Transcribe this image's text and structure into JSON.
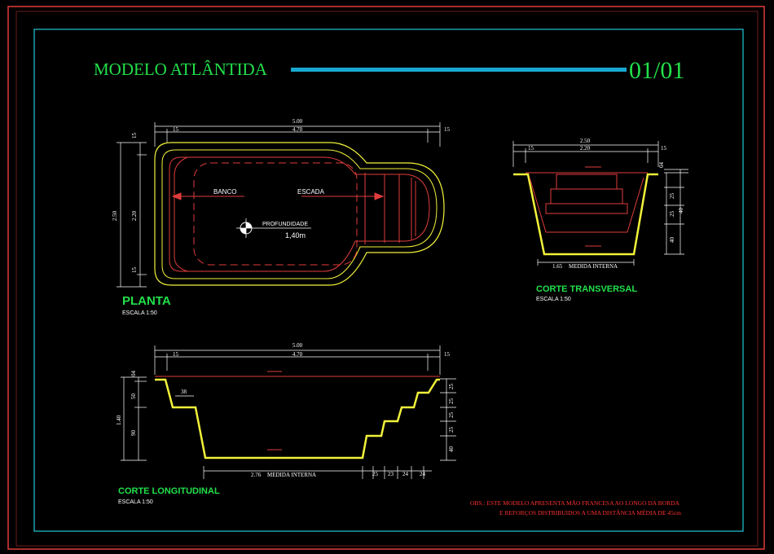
{
  "header": {
    "title": "MODELO ATLÂNTIDA",
    "sheet_number": "01/01"
  },
  "planta": {
    "dims_top_total": "5.00",
    "dims_top_left": "15",
    "dims_top_mid": "4.70",
    "dims_top_right": "15",
    "dims_left_total": "2.50",
    "dims_left_top": "15",
    "dims_left_mid": "2.20",
    "dims_left_bottom": "15",
    "label_banco": "BANCO",
    "label_escada": "ESCADA",
    "label_profundidade": "PROFUNDIDADE",
    "depth_value": "1,40m",
    "title": "PLANTA",
    "scale": "ESCALA 1:50"
  },
  "corte_transversal": {
    "dims_top_total": "2.50",
    "dims_top_left": "15",
    "dims_top_mid": "2.20",
    "dims_top_right": "15",
    "dim_right_04": "04",
    "dim_right_25a": "25",
    "dim_right_25b": "25",
    "dim_right_40a": "40",
    "dim_right_40b": "40",
    "internal_measure": "1.65",
    "internal_label": "MEDIDA INTERNA",
    "title": "CORTE TRANSVERSAL",
    "scale": "ESCALA 1:50"
  },
  "corte_longitudinal": {
    "dims_top_total": "5.00",
    "dims_top_left": "15",
    "dims_top_mid": "4.70",
    "dims_top_right": "15",
    "dim_left_04": "04",
    "dim_left_50": "50",
    "dim_left_140": "1.40",
    "dim_left_90": "90",
    "dim_38": "38",
    "dim_right": [
      "25",
      "25",
      "25",
      "25",
      "40"
    ],
    "internal_measure": "2.76",
    "internal_label": "MEDIDA INTERNA",
    "bottom_steps": [
      "25",
      "23",
      "24",
      "24"
    ],
    "title": "CORTE LONGITUDINAL",
    "scale": "ESCALA 1:50"
  },
  "notes": {
    "line1": "OBS.: ESTE MODELO APRESENTA MÃO FRANCESA AO LONGO DA BORDA",
    "line2": "E REFORÇOS DISTRIBUIDOS A UMA DISTÂNCIA MÉDIA DE 45cm"
  },
  "colors": {
    "background": "#000000",
    "outer_frame": "#e03c3c",
    "inner_frame": "#22c8d8",
    "title_green": "#22e04a",
    "accent_bar": "#16a8d0",
    "pool_yellow": "#f2f23a",
    "pool_red": "#e03c3c",
    "dim_text": "#ffffff",
    "notes_red": "#ff3030"
  }
}
